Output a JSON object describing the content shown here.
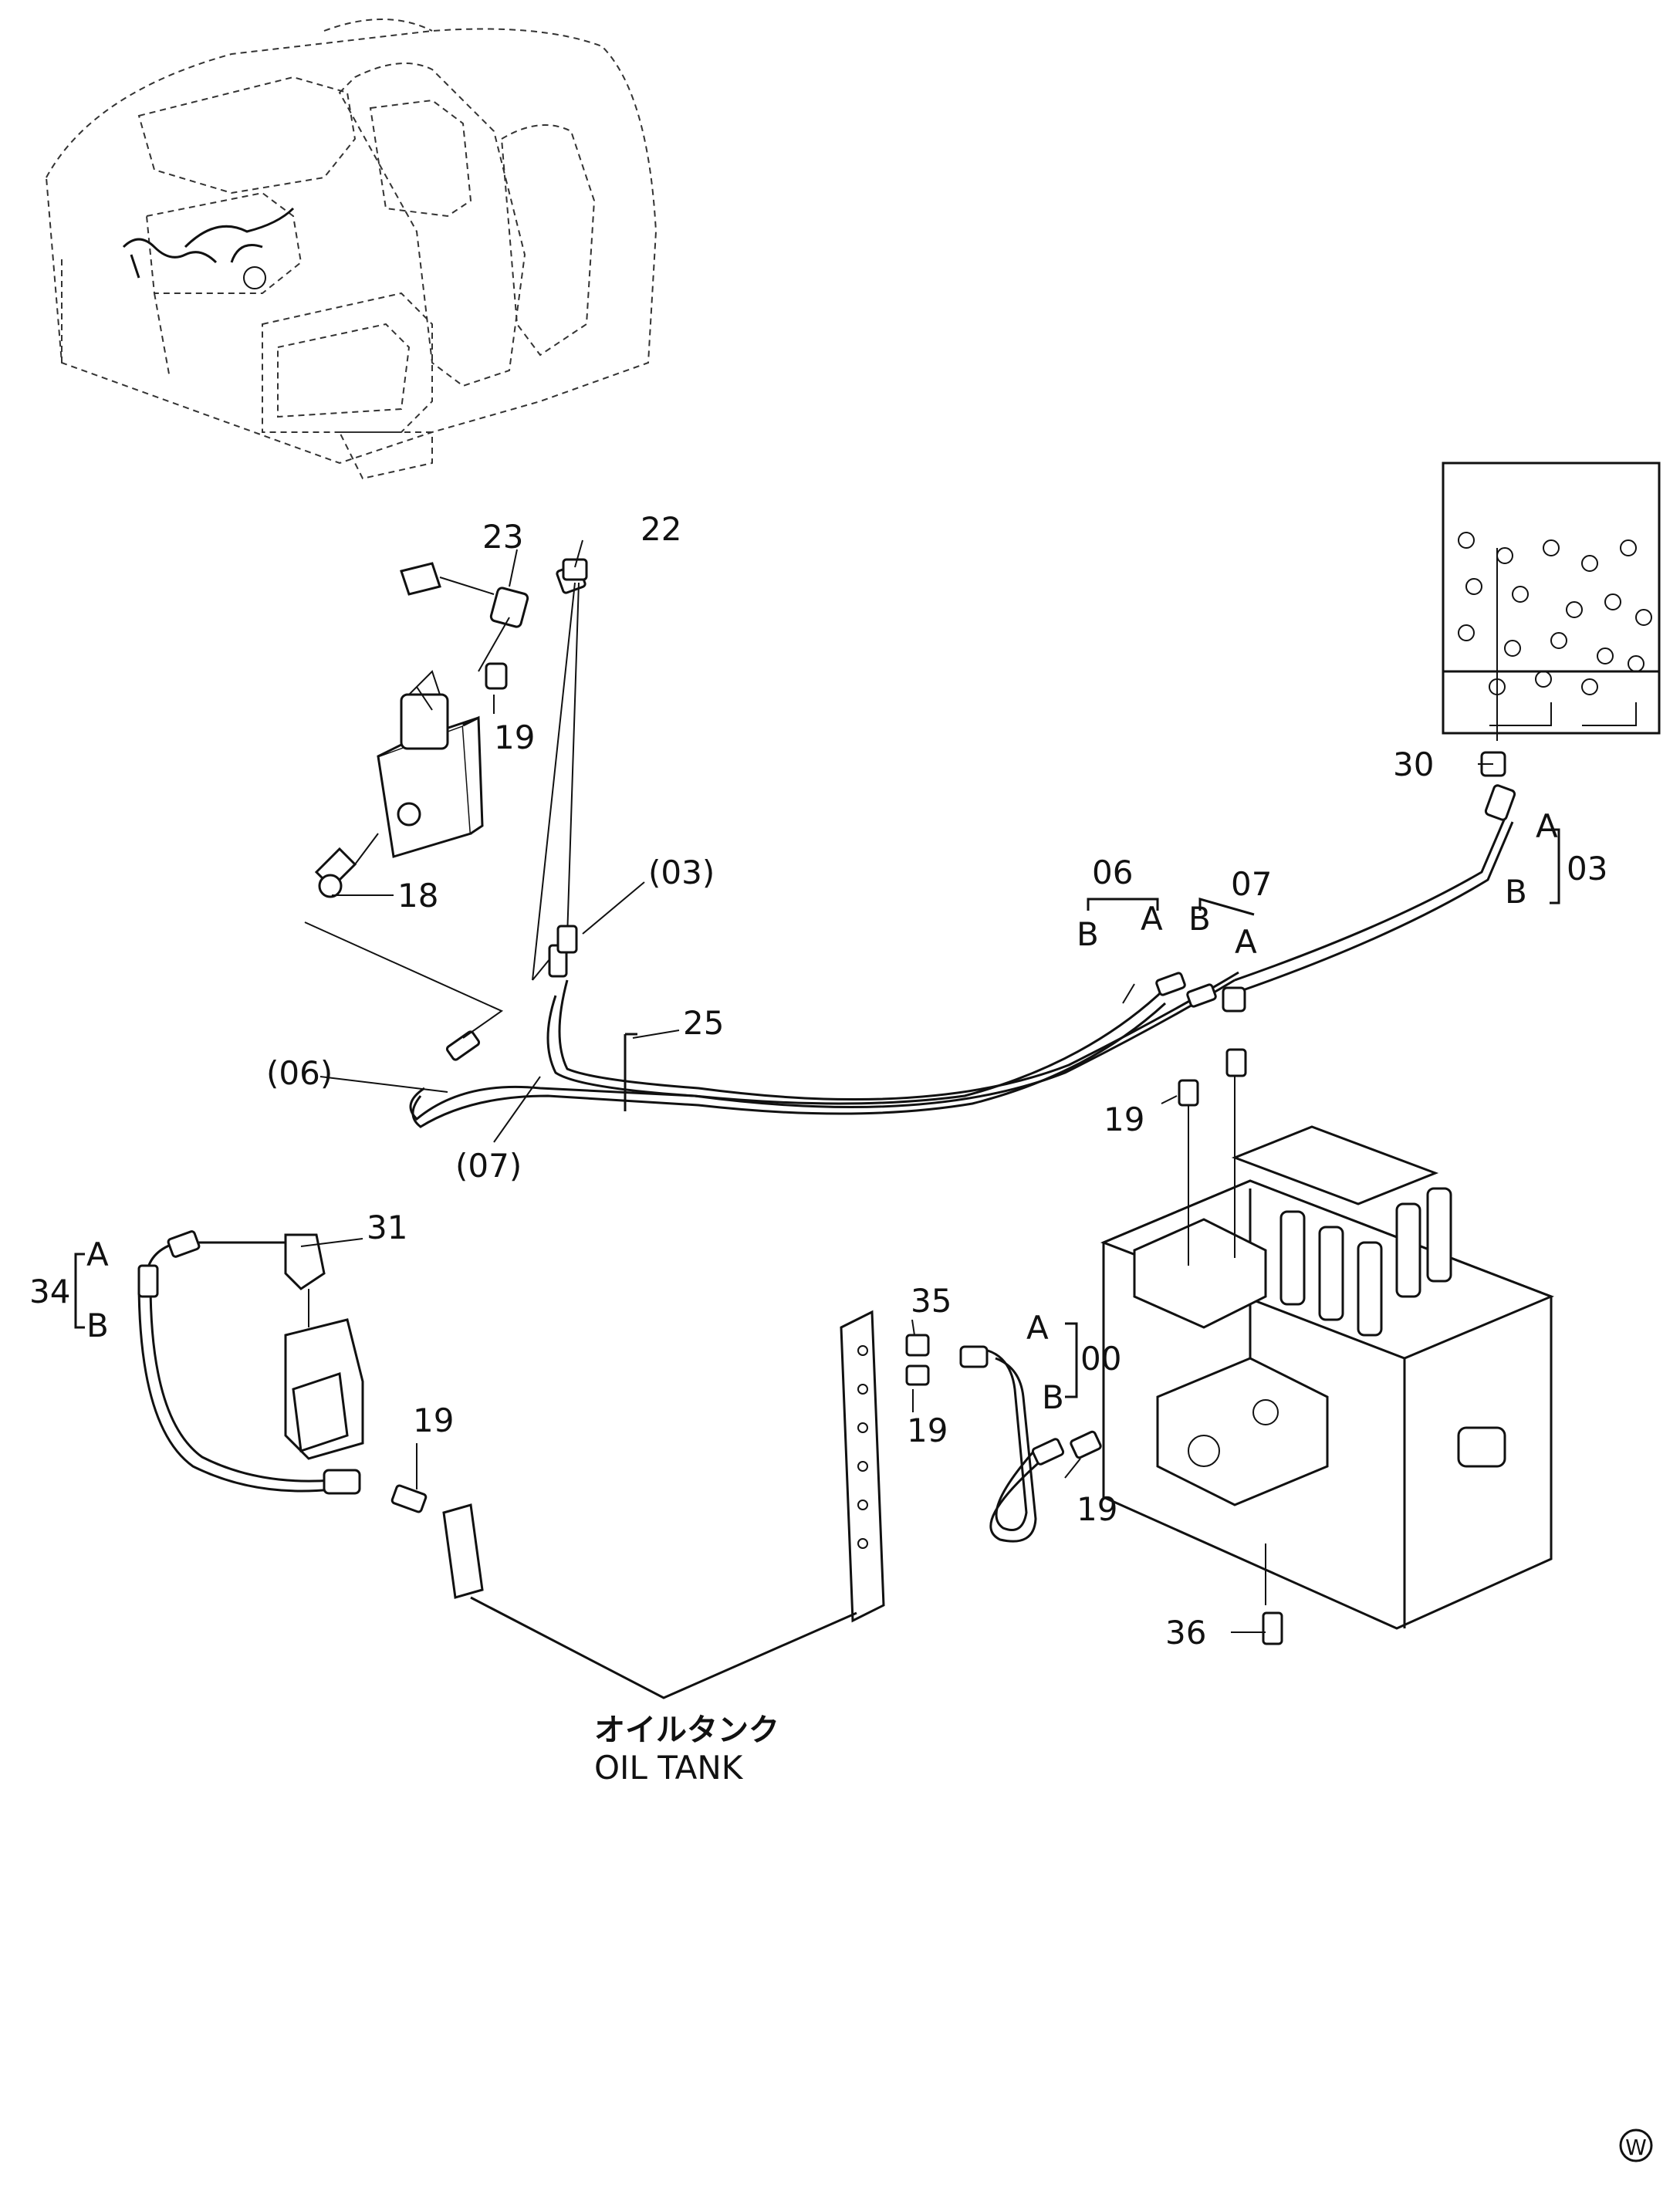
{
  "callouts": {
    "c23": "23",
    "c22": "22",
    "c19_top": "19",
    "c18": "18",
    "c03": "(03)",
    "c25": "25",
    "c06": "(06)",
    "c07": "(07)",
    "c06_grp": "06",
    "c07_grp": "07",
    "c06_B": "B",
    "c06_A": "A",
    "c07_B": "B",
    "c07_A": "A",
    "c30": "30",
    "c03_grp": "03",
    "c03_A": "A",
    "c03_B": "B",
    "c19_mid": "19",
    "c31": "31",
    "c34": "34",
    "c34_A": "A",
    "c34_B": "B",
    "c19_left": "19",
    "c35": "35",
    "c19_tank": "19",
    "c00": "00",
    "c00_A": "A",
    "c00_B": "B",
    "c19_valve": "19",
    "c36": "36"
  },
  "oil_tank": {
    "jp": "オイルタンク",
    "en": "OIL  TANK"
  },
  "corner_mark": "W"
}
